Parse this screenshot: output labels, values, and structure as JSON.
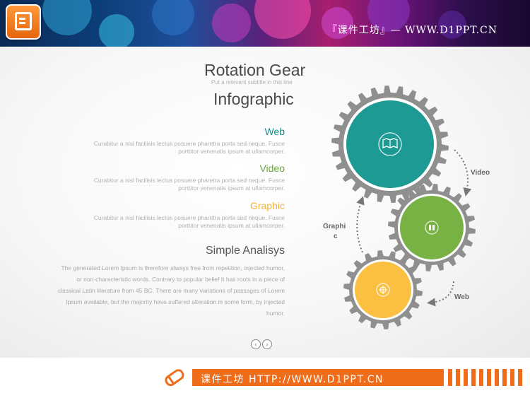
{
  "banner": {
    "site_text": "『课件工坊』— WWW.D1PPT.CN",
    "logo_icon": "presentation-doc-icon"
  },
  "header": {
    "title": "Rotation Gear",
    "subtitle": "Put a relevant subtitle in this line",
    "title2": "Infographic"
  },
  "sections": [
    {
      "heading": "Web",
      "color": "#1a8a8a",
      "text_line1": "Curabitur a nisl facilisis lectus posuere pharetra porta sed neque. Fusce",
      "text_line2": "porttitor venenatis ipsum at ullamcorper."
    },
    {
      "heading": "Video",
      "color": "#6aa83a",
      "text_line1": "Curabitur a nisl facilisis lectus posuere pharetra porta sed neque. Fusce",
      "text_line2": "porttitor venenatis ipsum at ullamcorper."
    },
    {
      "heading": "Graphic",
      "color": "#f2b33a",
      "text_line1": "Curabitur a nisl facilisis lectus posuere pharetra porta sed neque. Fusce",
      "text_line2": "porttitor venenatis ipsum at ullamcorper."
    }
  ],
  "analysis": {
    "heading": "Simple Analisys",
    "lines": [
      "The generated Lorem Ipsum is therefore always free from repetition, injected humor,",
      "or non-characteristic words. Contrary to popular belief It has roots in a piece of",
      "classical Latin literature from 45 BC. There are many variations of passages of Lorem",
      "Ipsum available, but the majority have suffered alteration in some form, by injected",
      "humor."
    ]
  },
  "gears": {
    "labels": {
      "video": "Video",
      "graphic_1": "Graphi",
      "graphic_2": "c",
      "web": "Web"
    },
    "colors": {
      "teal": "#1e9a95",
      "green": "#78b244",
      "yellow": "#fbc042",
      "rim": "#8f8f8f"
    },
    "icons": [
      "book-icon",
      "pause-icon",
      "target-icon"
    ]
  },
  "nav": {
    "prev": "‹",
    "next": "›"
  },
  "footer": {
    "text": "课件工坊 HTTP://WWW.D1PPT.CN",
    "icon": "pencil-icon"
  }
}
